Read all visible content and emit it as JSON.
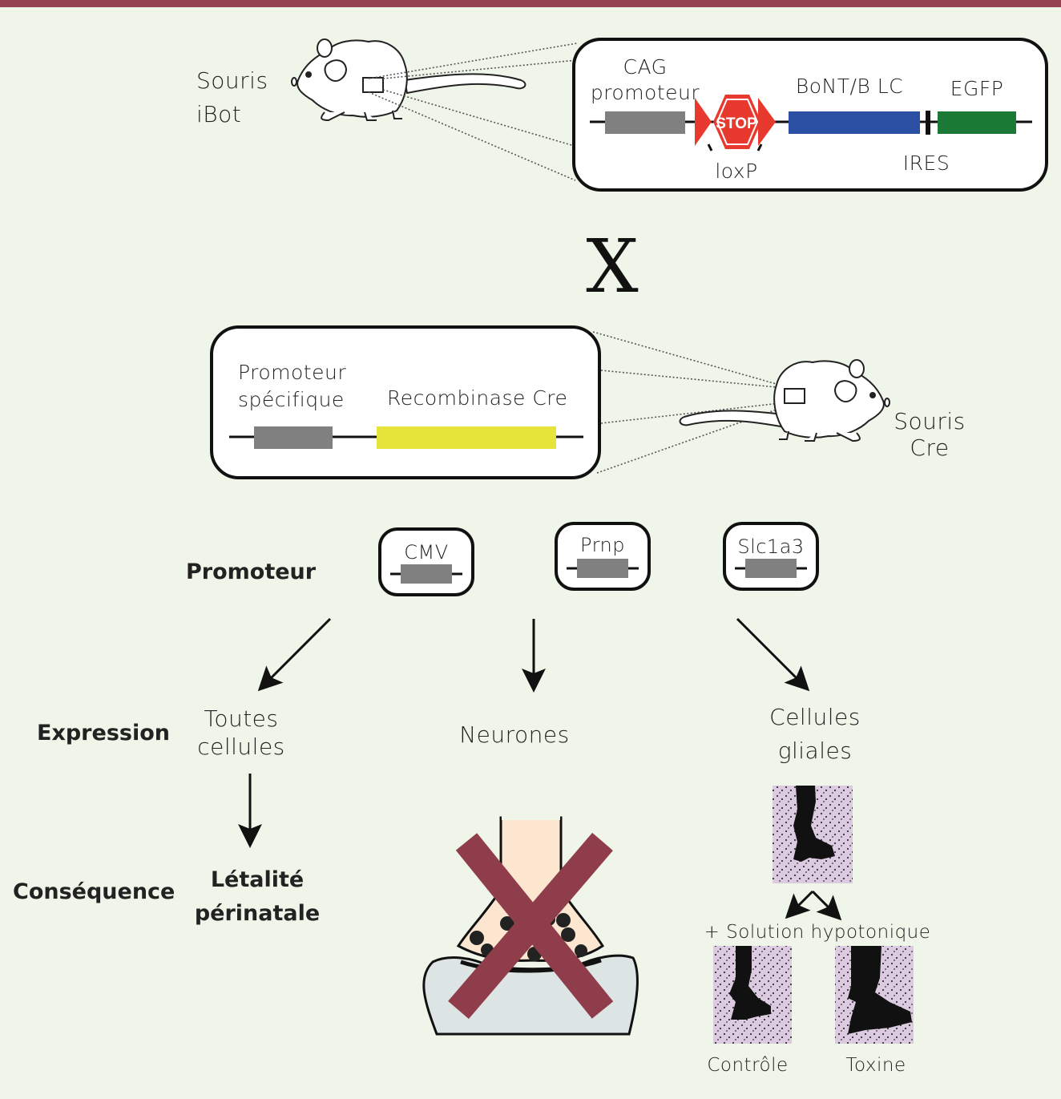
{
  "colors": {
    "background": "#eff5e8",
    "top_bar": "#944250",
    "promoter_box": "#808080",
    "bont": "#2a4fa3",
    "egfp": "#1a7a35",
    "cre": "#e6e33b",
    "stop_red": "#e8392f",
    "cross_out": "#8f3d4a",
    "cell_lilac": "#dccbe0",
    "axon": "#fde6cf",
    "postsynaptic": "#dde4e4"
  },
  "mouse_ibot": {
    "label_line1": "Souris",
    "label_line2": "iBot"
  },
  "construct_ibot": {
    "promoter_line1": "CAG",
    "promoter_line2": "promoteur",
    "stop_label": "STOP",
    "loxp_label": "loxP",
    "bont_label": "BoNT/B LC",
    "ires_label": "IRES",
    "egfp_label": "EGFP"
  },
  "cross_symbol": "X",
  "construct_cre": {
    "promoter_line1": "Promoteur",
    "promoter_line2": "spécifique",
    "cre_label": "Recombinase Cre"
  },
  "mouse_cre": {
    "label_line1": "Souris",
    "label_line2": "Cre"
  },
  "rows": {
    "promoter": "Promoteur",
    "expression": "Expression",
    "consequence": "Conséquence"
  },
  "promoters": [
    {
      "name": "CMV",
      "expression_line1": "Toutes",
      "expression_line2": "cellules",
      "consequence_line1": "Létalité",
      "consequence_line2": "périnatale"
    },
    {
      "name": "Prnp",
      "expression_line1": "Neurones",
      "expression_line2": ""
    },
    {
      "name": "Slc1a3",
      "expression_line1": "Cellules",
      "expression_line2": "gliales"
    }
  ],
  "glia_panel": {
    "treatment": "+ Solution hypotonique",
    "control_label": "Contrôle",
    "toxin_label": "Toxine"
  }
}
